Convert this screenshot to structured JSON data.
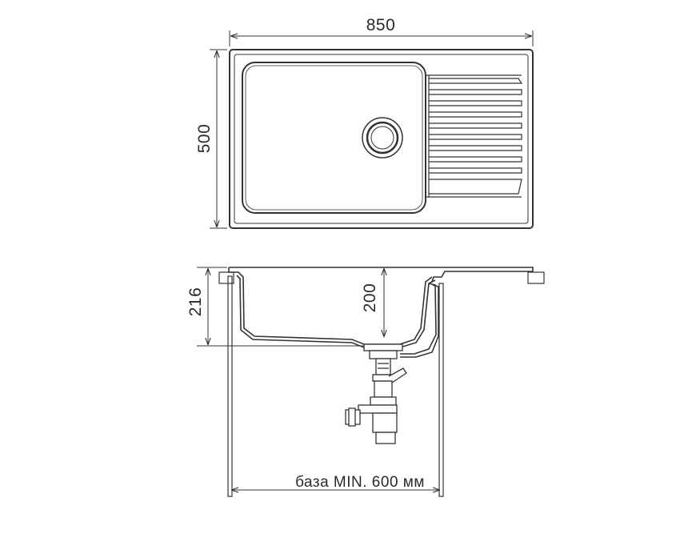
{
  "top_view": {
    "width_label": "850",
    "depth_label": "500"
  },
  "side_view": {
    "height_label": "216",
    "bowl_depth_label": "200",
    "base_label": "база MIN. 600 мм"
  },
  "colors": {
    "line": "#333333",
    "background": "#ffffff",
    "text": "#2a2a2a"
  }
}
